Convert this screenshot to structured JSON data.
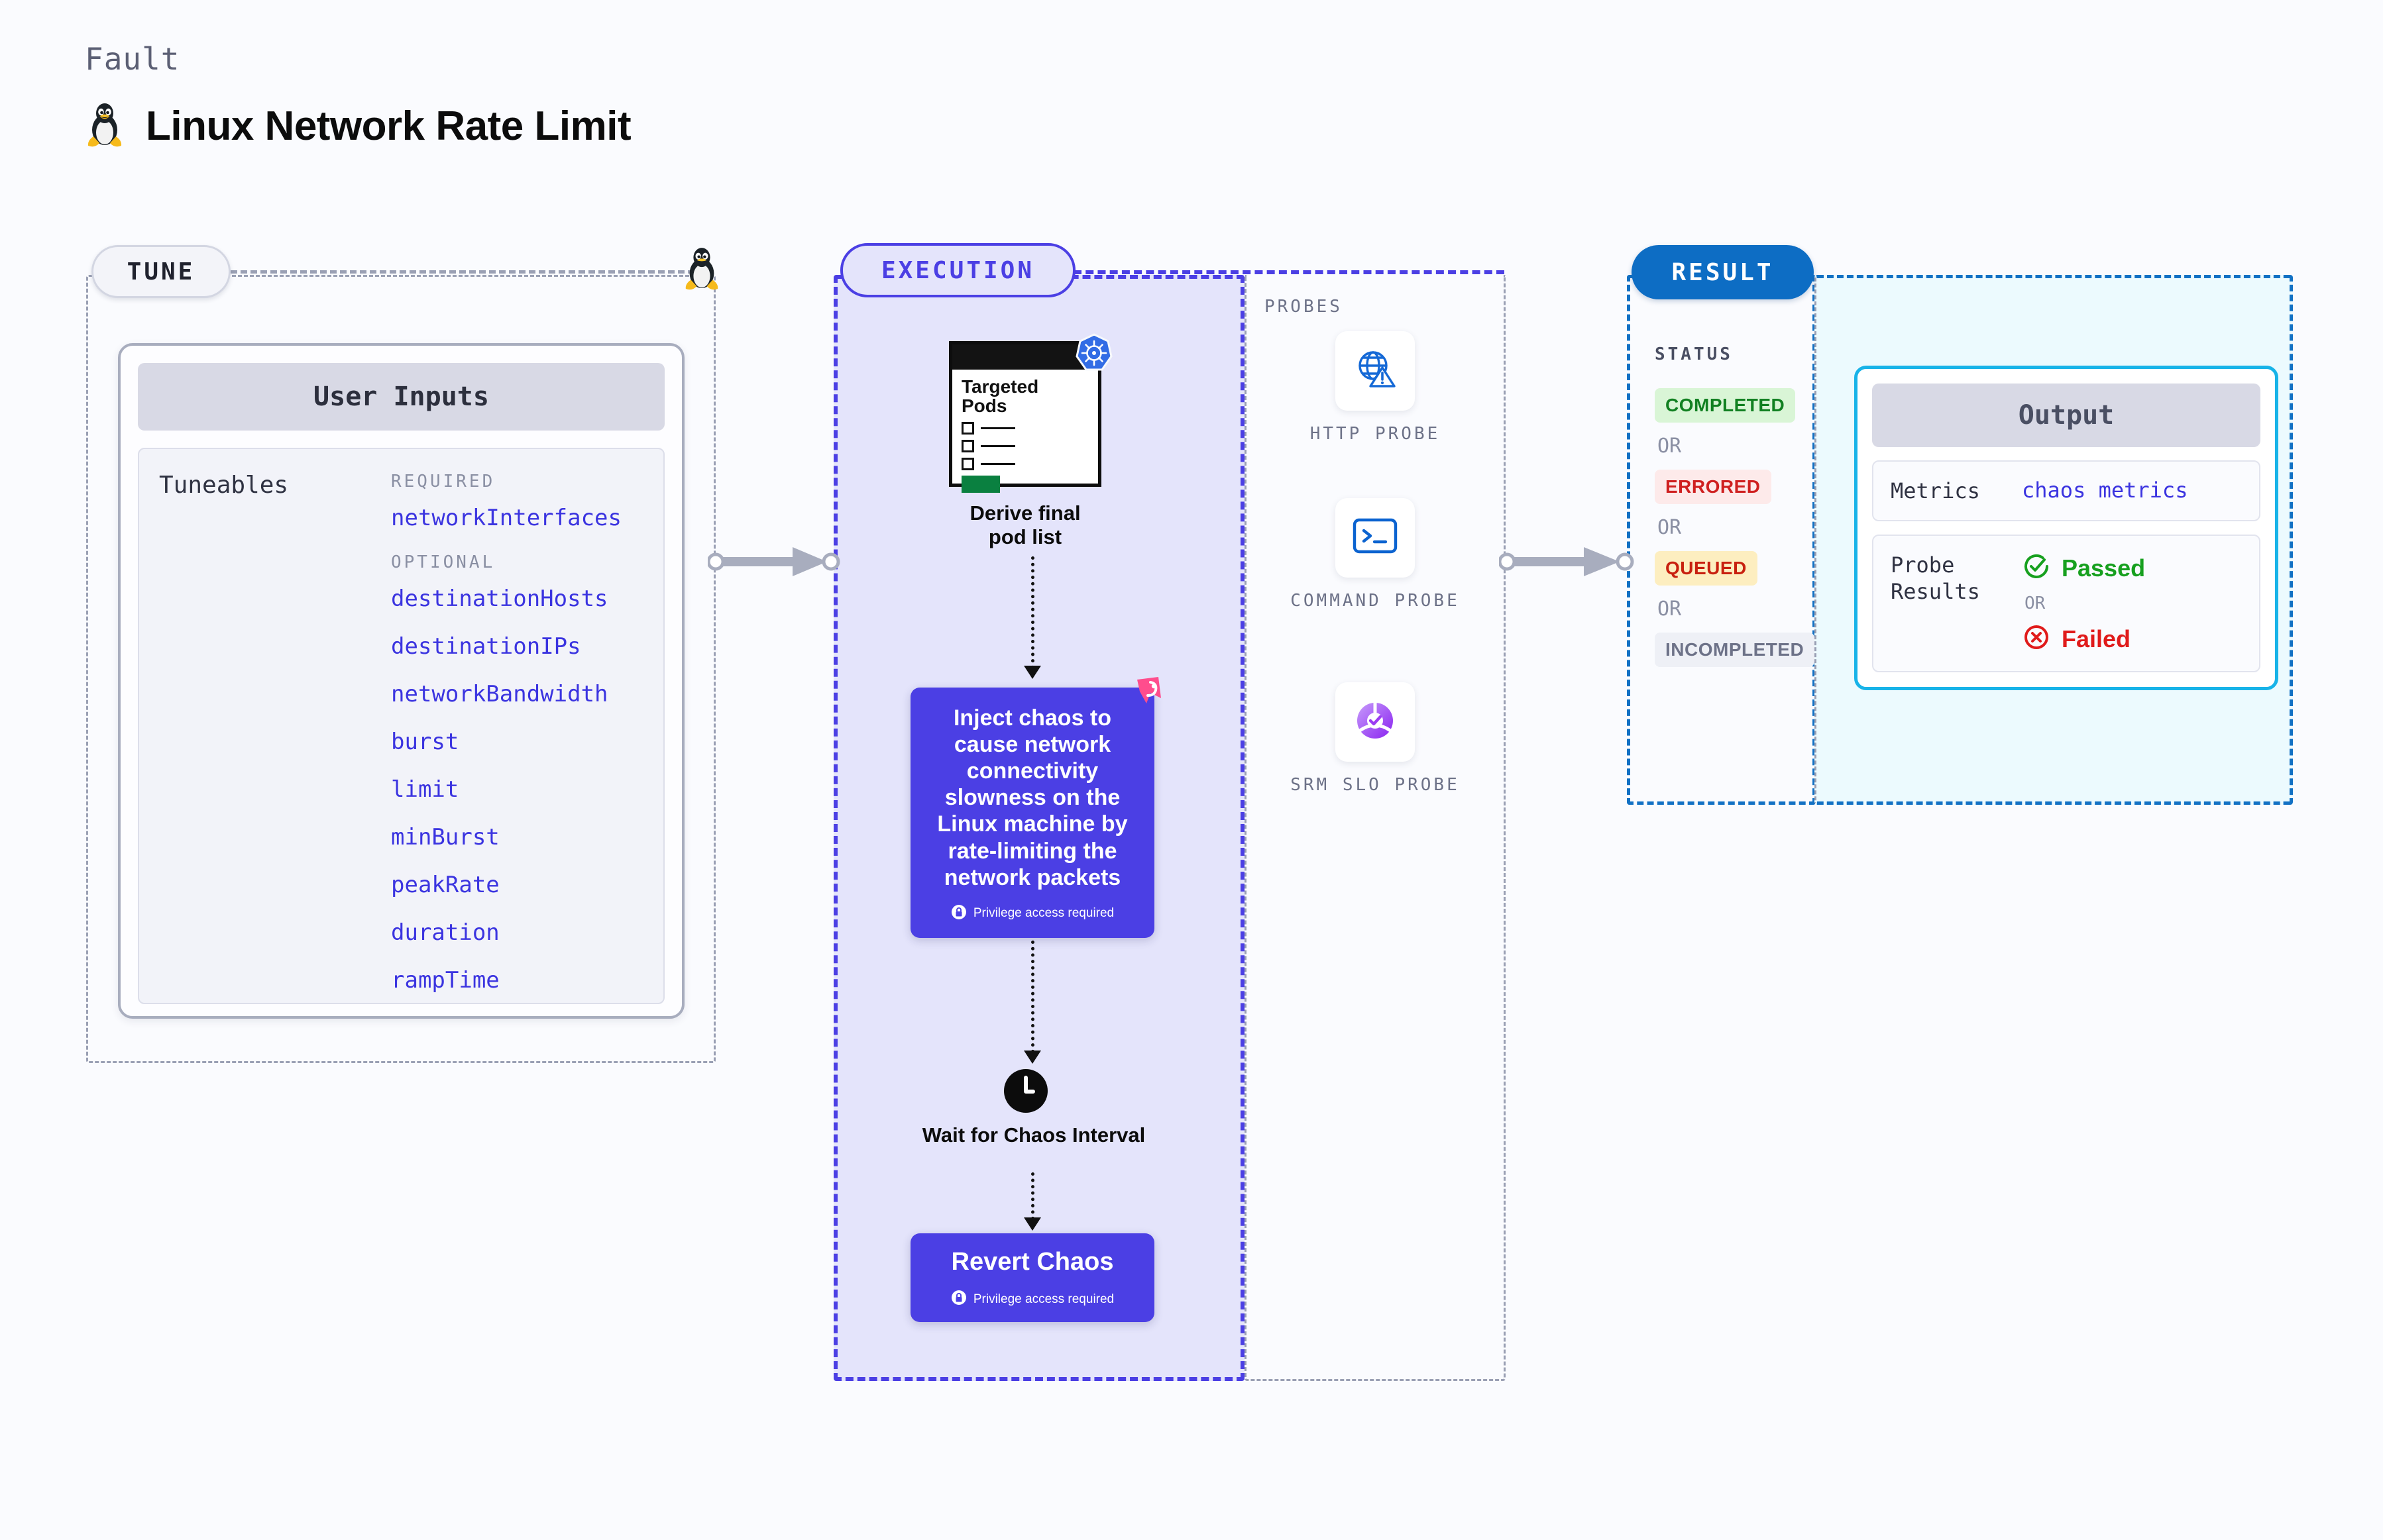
{
  "header": {
    "kicker": "Fault",
    "title": "Linux Network Rate Limit",
    "icon": "tux-penguin-icon"
  },
  "tune": {
    "pill_label": "TUNE",
    "penguin_icon": "tux-penguin-icon",
    "card": {
      "header": "User Inputs",
      "tuneables_label": "Tuneables",
      "groups": [
        {
          "title": "REQUIRED",
          "items": [
            "networkInterfaces"
          ]
        },
        {
          "title": "OPTIONAL",
          "items": [
            "destinationHosts",
            "destinationIPs",
            "networkBandwidth",
            "burst",
            "limit",
            "minBurst",
            "peakRate",
            "duration",
            "rampTime"
          ]
        }
      ]
    }
  },
  "execution": {
    "pill_label": "EXECUTION",
    "pods": {
      "title_line1": "Targeted",
      "title_line2": "Pods",
      "badge_icon": "kubernetes-icon",
      "caption": "Derive final pod list"
    },
    "inject": {
      "text": "Inject chaos to cause network connectivity slowness on the Linux machine by rate-limiting the network packets",
      "privilege_note": "Privilege access required",
      "corner_icon": "litmus-chaos-icon",
      "lock_icon": "lock-icon"
    },
    "wait": {
      "icon": "clock-icon",
      "caption": "Wait for Chaos Interval"
    },
    "revert": {
      "title": "Revert Chaos",
      "privilege_note": "Privilege access required",
      "lock_icon": "lock-icon"
    }
  },
  "probes": {
    "title": "PROBES",
    "items": [
      {
        "label": "HTTP PROBE",
        "icon": "globe-warning-icon"
      },
      {
        "label": "COMMAND PROBE",
        "icon": "terminal-icon"
      },
      {
        "label": "SRM SLO PROBE",
        "icon": "slo-gauge-check-icon"
      }
    ]
  },
  "result": {
    "pill_label": "RESULT",
    "status_title": "STATUS",
    "or_label": "OR",
    "statuses": [
      {
        "label": "COMPLETED",
        "bg": "#d9f5d6",
        "fg": "#118021"
      },
      {
        "label": "ERRORED",
        "bg": "#fdeaea",
        "fg": "#cf2020"
      },
      {
        "label": "QUEUED",
        "bg": "#fdeec0",
        "fg": "#c8200f"
      },
      {
        "label": "INCOMPLETED",
        "bg": "#eef0f6",
        "fg": "#6d7288"
      }
    ],
    "output": {
      "header": "Output",
      "metrics_key": "Metrics",
      "metrics_value": "chaos metrics",
      "probe_results_key": "Probe Results",
      "passed_label": "Passed",
      "failed_label": "Failed",
      "or_label": "OR",
      "passed_icon": "check-circle-icon",
      "failed_icon": "x-circle-icon",
      "passed_color": "#17a01f",
      "failed_color": "#e01b1b"
    }
  },
  "colors": {
    "accent_purple": "#4b3fe4",
    "accent_blue": "#0d6dc4",
    "cyan": "#18b3e8",
    "gray_dash": "#9aa0b4",
    "background": "#fafbfe"
  }
}
